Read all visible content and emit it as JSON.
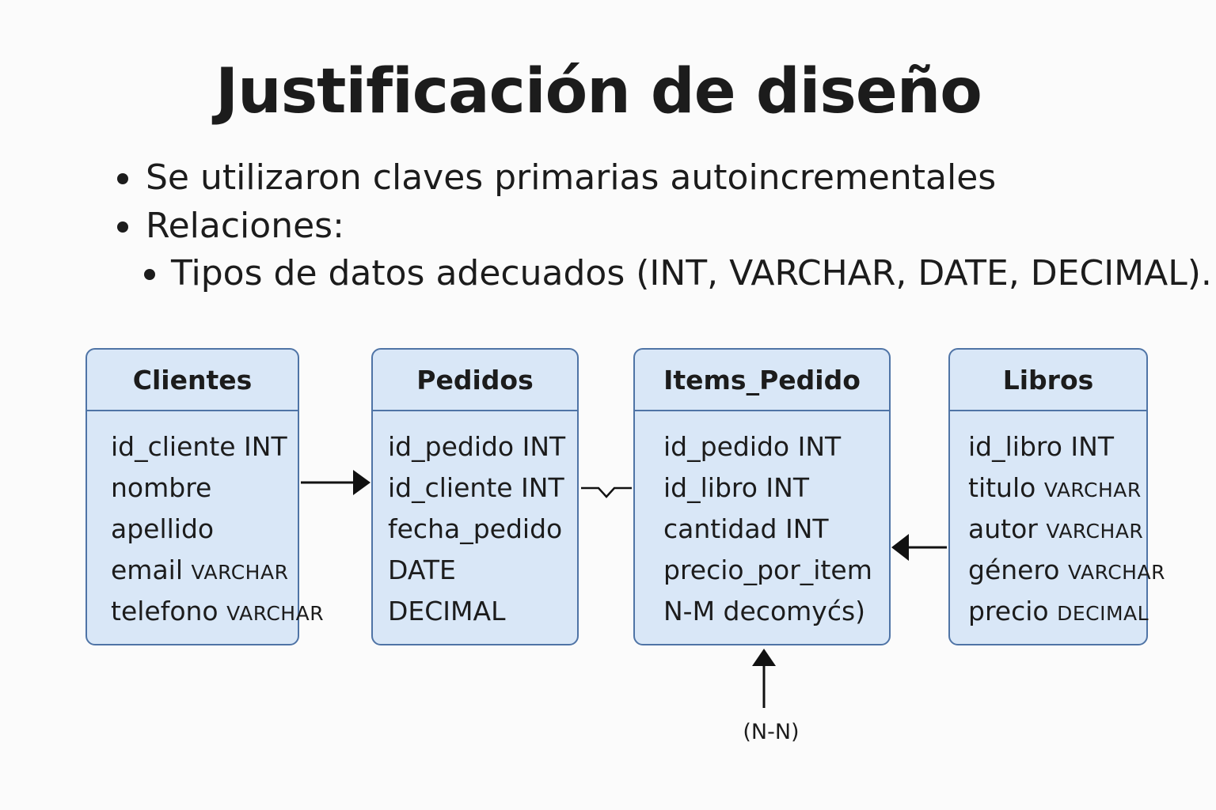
{
  "title": "Justificación de diseño",
  "bullets": [
    "Se utilizaron claves primarias autoincrementales",
    "Relaciones:"
  ],
  "sub_bullets": [
    "Tipos de datos adecuados  (INT, VARCHAR, DATE, DECIMAL)."
  ],
  "entities": {
    "clientes": {
      "name": "Clientes",
      "fields": [
        {
          "name": "id_cliente INT",
          "type": ""
        },
        {
          "name": "nombre",
          "type": ""
        },
        {
          "name": "apellido",
          "type": ""
        },
        {
          "name": "email ",
          "type": "VARCHAR"
        },
        {
          "name": "telefono ",
          "type": "VARCHAR"
        }
      ]
    },
    "pedidos": {
      "name": "Pedidos",
      "fields": [
        {
          "name": "id_pedido INT",
          "type": ""
        },
        {
          "name": "id_cliente INT",
          "type": ""
        },
        {
          "name": "fecha_pedido",
          "type": ""
        },
        {
          "name": "DATE",
          "type": ""
        },
        {
          "name": "DECIMAL",
          "type": ""
        }
      ]
    },
    "items_pedido": {
      "name": "Items_Pedido",
      "fields": [
        {
          "name": "id_pedido INT",
          "type": ""
        },
        {
          "name": "id_libro INT",
          "type": ""
        },
        {
          "name": "cantidad INT",
          "type": ""
        },
        {
          "name": "precio_por_item",
          "type": ""
        },
        {
          "name": "N-M  decomyćs)",
          "type": ""
        }
      ]
    },
    "libros": {
      "name": "Libros",
      "fields": [
        {
          "name": "id_libro INT",
          "type": ""
        },
        {
          "name": "titulo ",
          "type": "VARCHAR"
        },
        {
          "name": "autor ",
          "type": "VARCHAR"
        },
        {
          "name": "género ",
          "type": "VARCHAR"
        },
        {
          "name": "precio ",
          "type": "DECIMAL"
        }
      ]
    }
  },
  "relation_label": "(N-N)",
  "colors": {
    "entity_fill": "#d9e7f7",
    "entity_border": "#4f74a6",
    "text": "#1c1c1c",
    "background": "#fbfbfb"
  }
}
